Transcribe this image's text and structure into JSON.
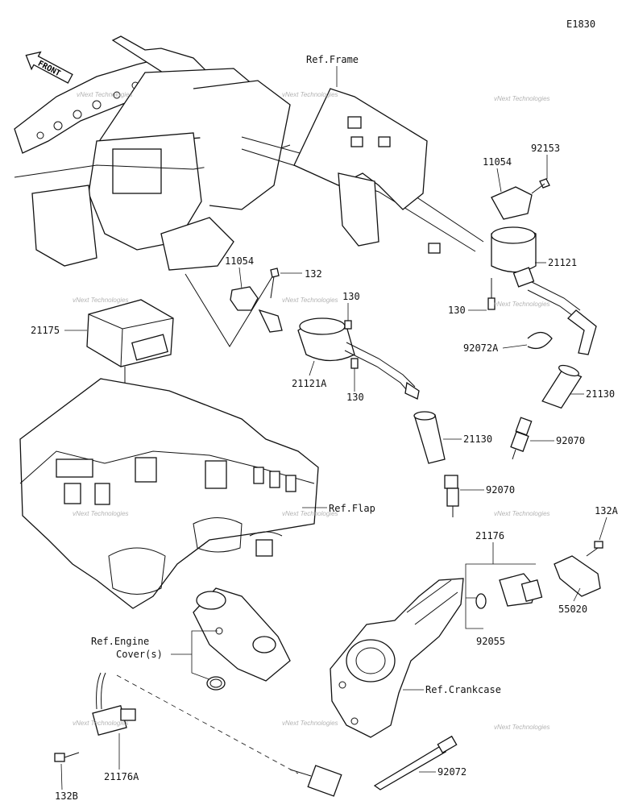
{
  "diagram_code": "E1830",
  "front_arrow": "FRONT",
  "refs": {
    "frame": "Ref.Frame",
    "flap": "Ref.Flap",
    "engine_cover_line1": "Ref.Engine",
    "engine_cover_line2": "Cover(s)",
    "crankcase": "Ref.Crankcase"
  },
  "parts": {
    "p92153": "92153",
    "p11054_top": "11054",
    "p21121": "21121",
    "p130_right": "130",
    "p92072A": "92072A",
    "p21130_right": "21130",
    "p92070_right": "92070",
    "p11054_mid": "11054",
    "p132": "132",
    "p130_a": "130",
    "p130_b": "130",
    "p21121A": "21121A",
    "p21175": "21175",
    "p21130_mid": "21130",
    "p92070_mid": "92070",
    "p132A": "132A",
    "p21176": "21176",
    "p55020": "55020",
    "p92055": "92055",
    "p92072": "92072",
    "p132B": "132B",
    "p21176A": "21176A"
  },
  "watermark": "vNext Technologies"
}
